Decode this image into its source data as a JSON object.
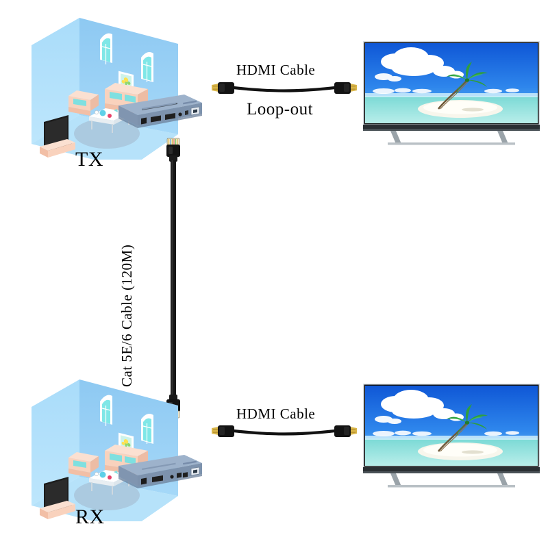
{
  "diagram": {
    "title": "HDMI Extender Connection Diagram",
    "background_color": "#ffffff"
  },
  "endpoints": [
    {
      "id": "tx",
      "label": "TX",
      "role": "transmitter"
    },
    {
      "id": "rx",
      "label": "RX",
      "role": "receiver"
    }
  ],
  "cables": [
    {
      "id": "hdmi-top",
      "label_top": "HDMI  Cable",
      "label_bottom": "Loop-out",
      "type": "hdmi",
      "connector_color": "#c9a227",
      "body_color": "#111111"
    },
    {
      "id": "hdmi-bottom",
      "label_top": "HDMI  Cable",
      "label_bottom": "",
      "type": "hdmi",
      "connector_color": "#c9a227",
      "body_color": "#111111"
    },
    {
      "id": "cat-cable",
      "label": "Cat  5E/6  Cable (120M)",
      "type": "ethernet",
      "length": "120M",
      "category": "Cat 5E/6",
      "body_color": "#141414"
    }
  ],
  "devices": [
    {
      "id": "tx-extender",
      "name": "HDMI Extender Transmitter",
      "body_color": "#8fa3bd",
      "ports": [
        "power",
        "hdmi-in",
        "hdmi-out",
        "ir",
        "switch",
        "rj45"
      ]
    },
    {
      "id": "rx-extender",
      "name": "HDMI Extender Receiver",
      "body_color": "#8fa3bd",
      "ports": [
        "power",
        "hdmi-out",
        "ir",
        "usb",
        "usb",
        "rj45"
      ]
    }
  ],
  "displays": [
    {
      "id": "tv-top",
      "name": "HDTV",
      "screen_content": "Tropical beach with palm tree island"
    },
    {
      "id": "tv-bottom",
      "name": "HDTV",
      "screen_content": "Tropical beach with palm tree island"
    }
  ],
  "rooms": [
    {
      "id": "room-tx",
      "wall_color": "#9fd4f5",
      "floor_color": "#bfe4fa",
      "items": [
        "sofa",
        "armchair",
        "coffee-table",
        "tv",
        "tv-stand",
        "window",
        "window",
        "picture-frame",
        "rug"
      ]
    },
    {
      "id": "room-rx",
      "wall_color": "#9fd4f5",
      "floor_color": "#bfe4fa",
      "items": [
        "sofa",
        "armchair",
        "coffee-table",
        "tv",
        "tv-stand",
        "window",
        "window",
        "picture-frame",
        "rug"
      ]
    }
  ],
  "colors": {
    "wall_back": "#8ccbf2",
    "wall_left": "#a8dcfa",
    "floor": "#bfe6fb",
    "rug": "#a8c4d8",
    "sofa": "#f7c7b0",
    "cushion": "#7fe3e3",
    "device_top": "#9bb0c9",
    "device_front": "#7e93ad",
    "tv_black": "#1a1a1a",
    "gold": "#d4af37",
    "sky": "#1464dc",
    "sea": "#7fdcd8",
    "sand": "#f6f4ea"
  }
}
